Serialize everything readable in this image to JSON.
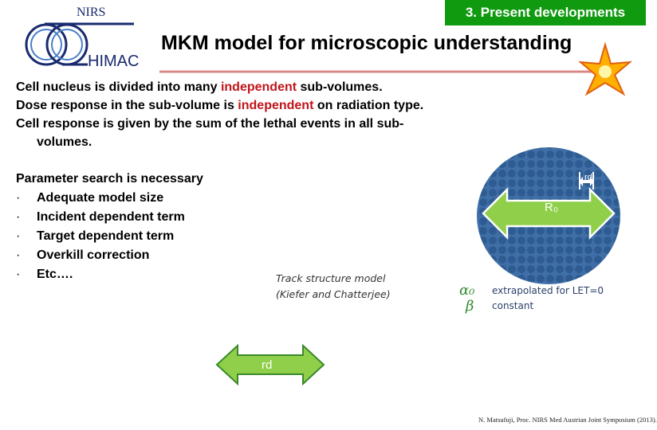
{
  "header": {
    "section_tag": "3. Present developments",
    "logo_nirs": "NIRS",
    "logo_himac": "HIMAC",
    "title": "MKM model for microscopic understanding"
  },
  "body": {
    "line1_a": "Cell nucleus is divided into many ",
    "line1_red": "independent",
    "line1_b": " sub-volumes.",
    "line2_a": "Dose response in the sub-volume is ",
    "line2_red": "independent",
    "line2_b": " on radiation type.",
    "line3": "Cell response is given by the sum of the lethal events in all sub-",
    "line4": "volumes."
  },
  "params": {
    "heading": "Parameter search is necessary",
    "items": [
      "Adequate model size",
      "Incident dependent term",
      "Target dependent term",
      "Overkill correction",
      "Etc…."
    ]
  },
  "track_model": {
    "line1": "Track structure model",
    "line2": "(Kiefer and Chatterjee)"
  },
  "alpha_beta": {
    "alpha": "α₀",
    "beta": "β",
    "alpha_note": "extrapolated for LET=0",
    "beta_note": "constant"
  },
  "diagram": {
    "label_R0": "R₀",
    "label_rd": "rd",
    "label_rd_small": "rd"
  },
  "citation": "N. Matsufuji, Proc. NIRS Med Austrian Joint Symposium (2013)."
}
